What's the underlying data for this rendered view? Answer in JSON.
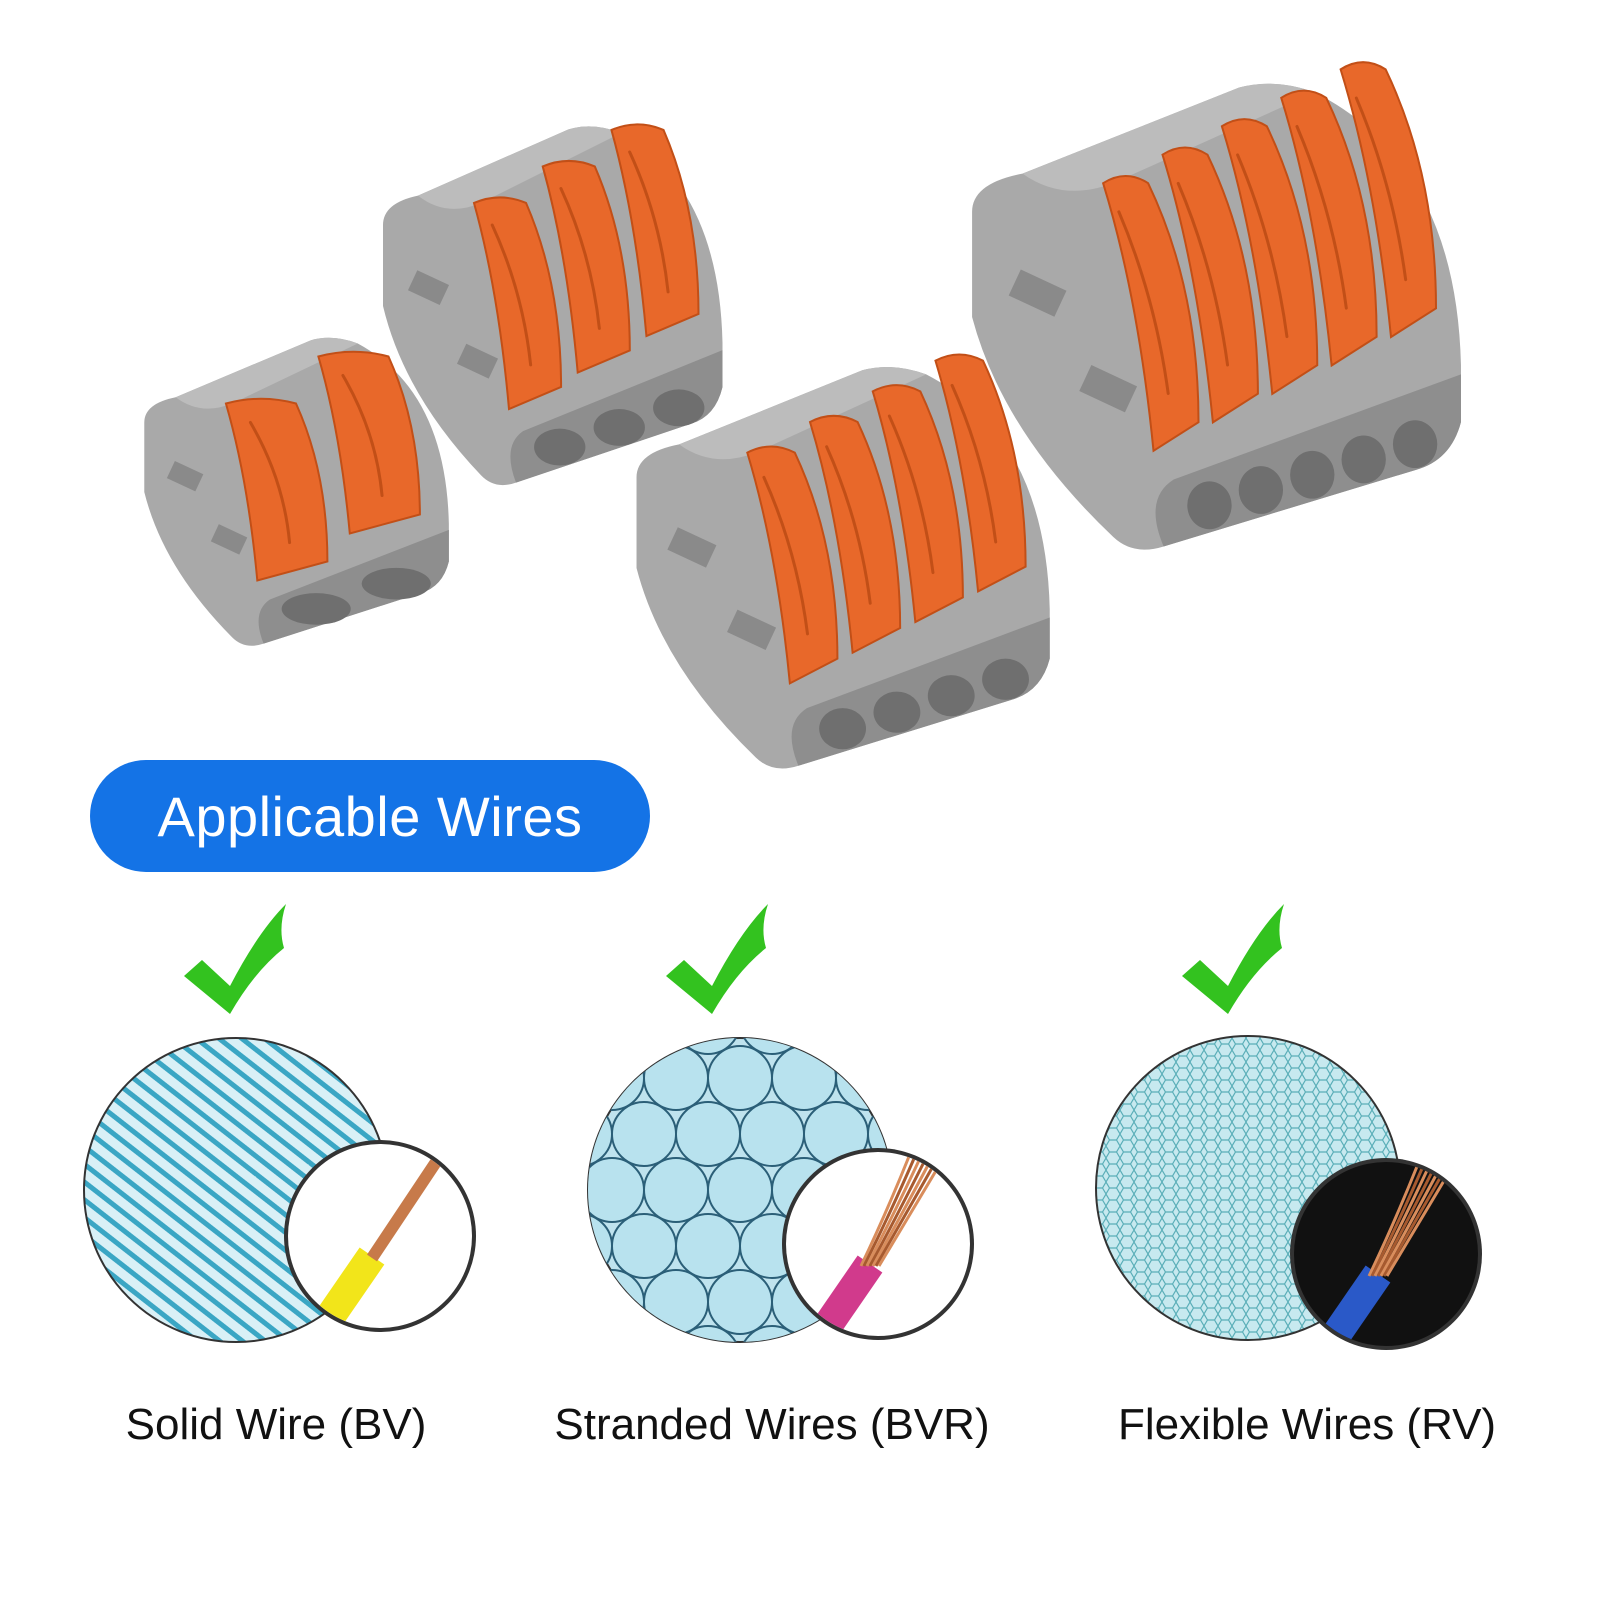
{
  "badge": {
    "label": "Applicable Wires",
    "color": "#1473e6"
  },
  "colors": {
    "housing": "#a9a9a9",
    "housing_light": "#bcbcbc",
    "housing_dark": "#8e8e8e",
    "lever": "#e8682a",
    "lever_dark": "#c24f17",
    "check": "#33c21f",
    "pattern_blue": "#bfe3ee",
    "pattern_line": "#3aa6c4",
    "copper": "#c77a4a"
  },
  "connectors": [
    {
      "name": "2-way-connector",
      "levers": 2
    },
    {
      "name": "3-way-connector",
      "levers": 3
    },
    {
      "name": "4-way-connector",
      "levers": 4
    },
    {
      "name": "5-way-connector",
      "levers": 5
    }
  ],
  "wire_types": [
    {
      "label": "Solid Wire (BV)",
      "pattern": "stripes",
      "inset_bg": "#ffffff",
      "insulation_color": "#f2e51a"
    },
    {
      "label": "Stranded Wires (BVR)",
      "pattern": "large-circles",
      "inset_bg": "#ffffff",
      "insulation_color": "#d13a8c"
    },
    {
      "label": "Flexible Wires (RV)",
      "pattern": "hexagon-mesh",
      "inset_bg": "#111111",
      "insulation_color": "#2a59c8"
    }
  ]
}
